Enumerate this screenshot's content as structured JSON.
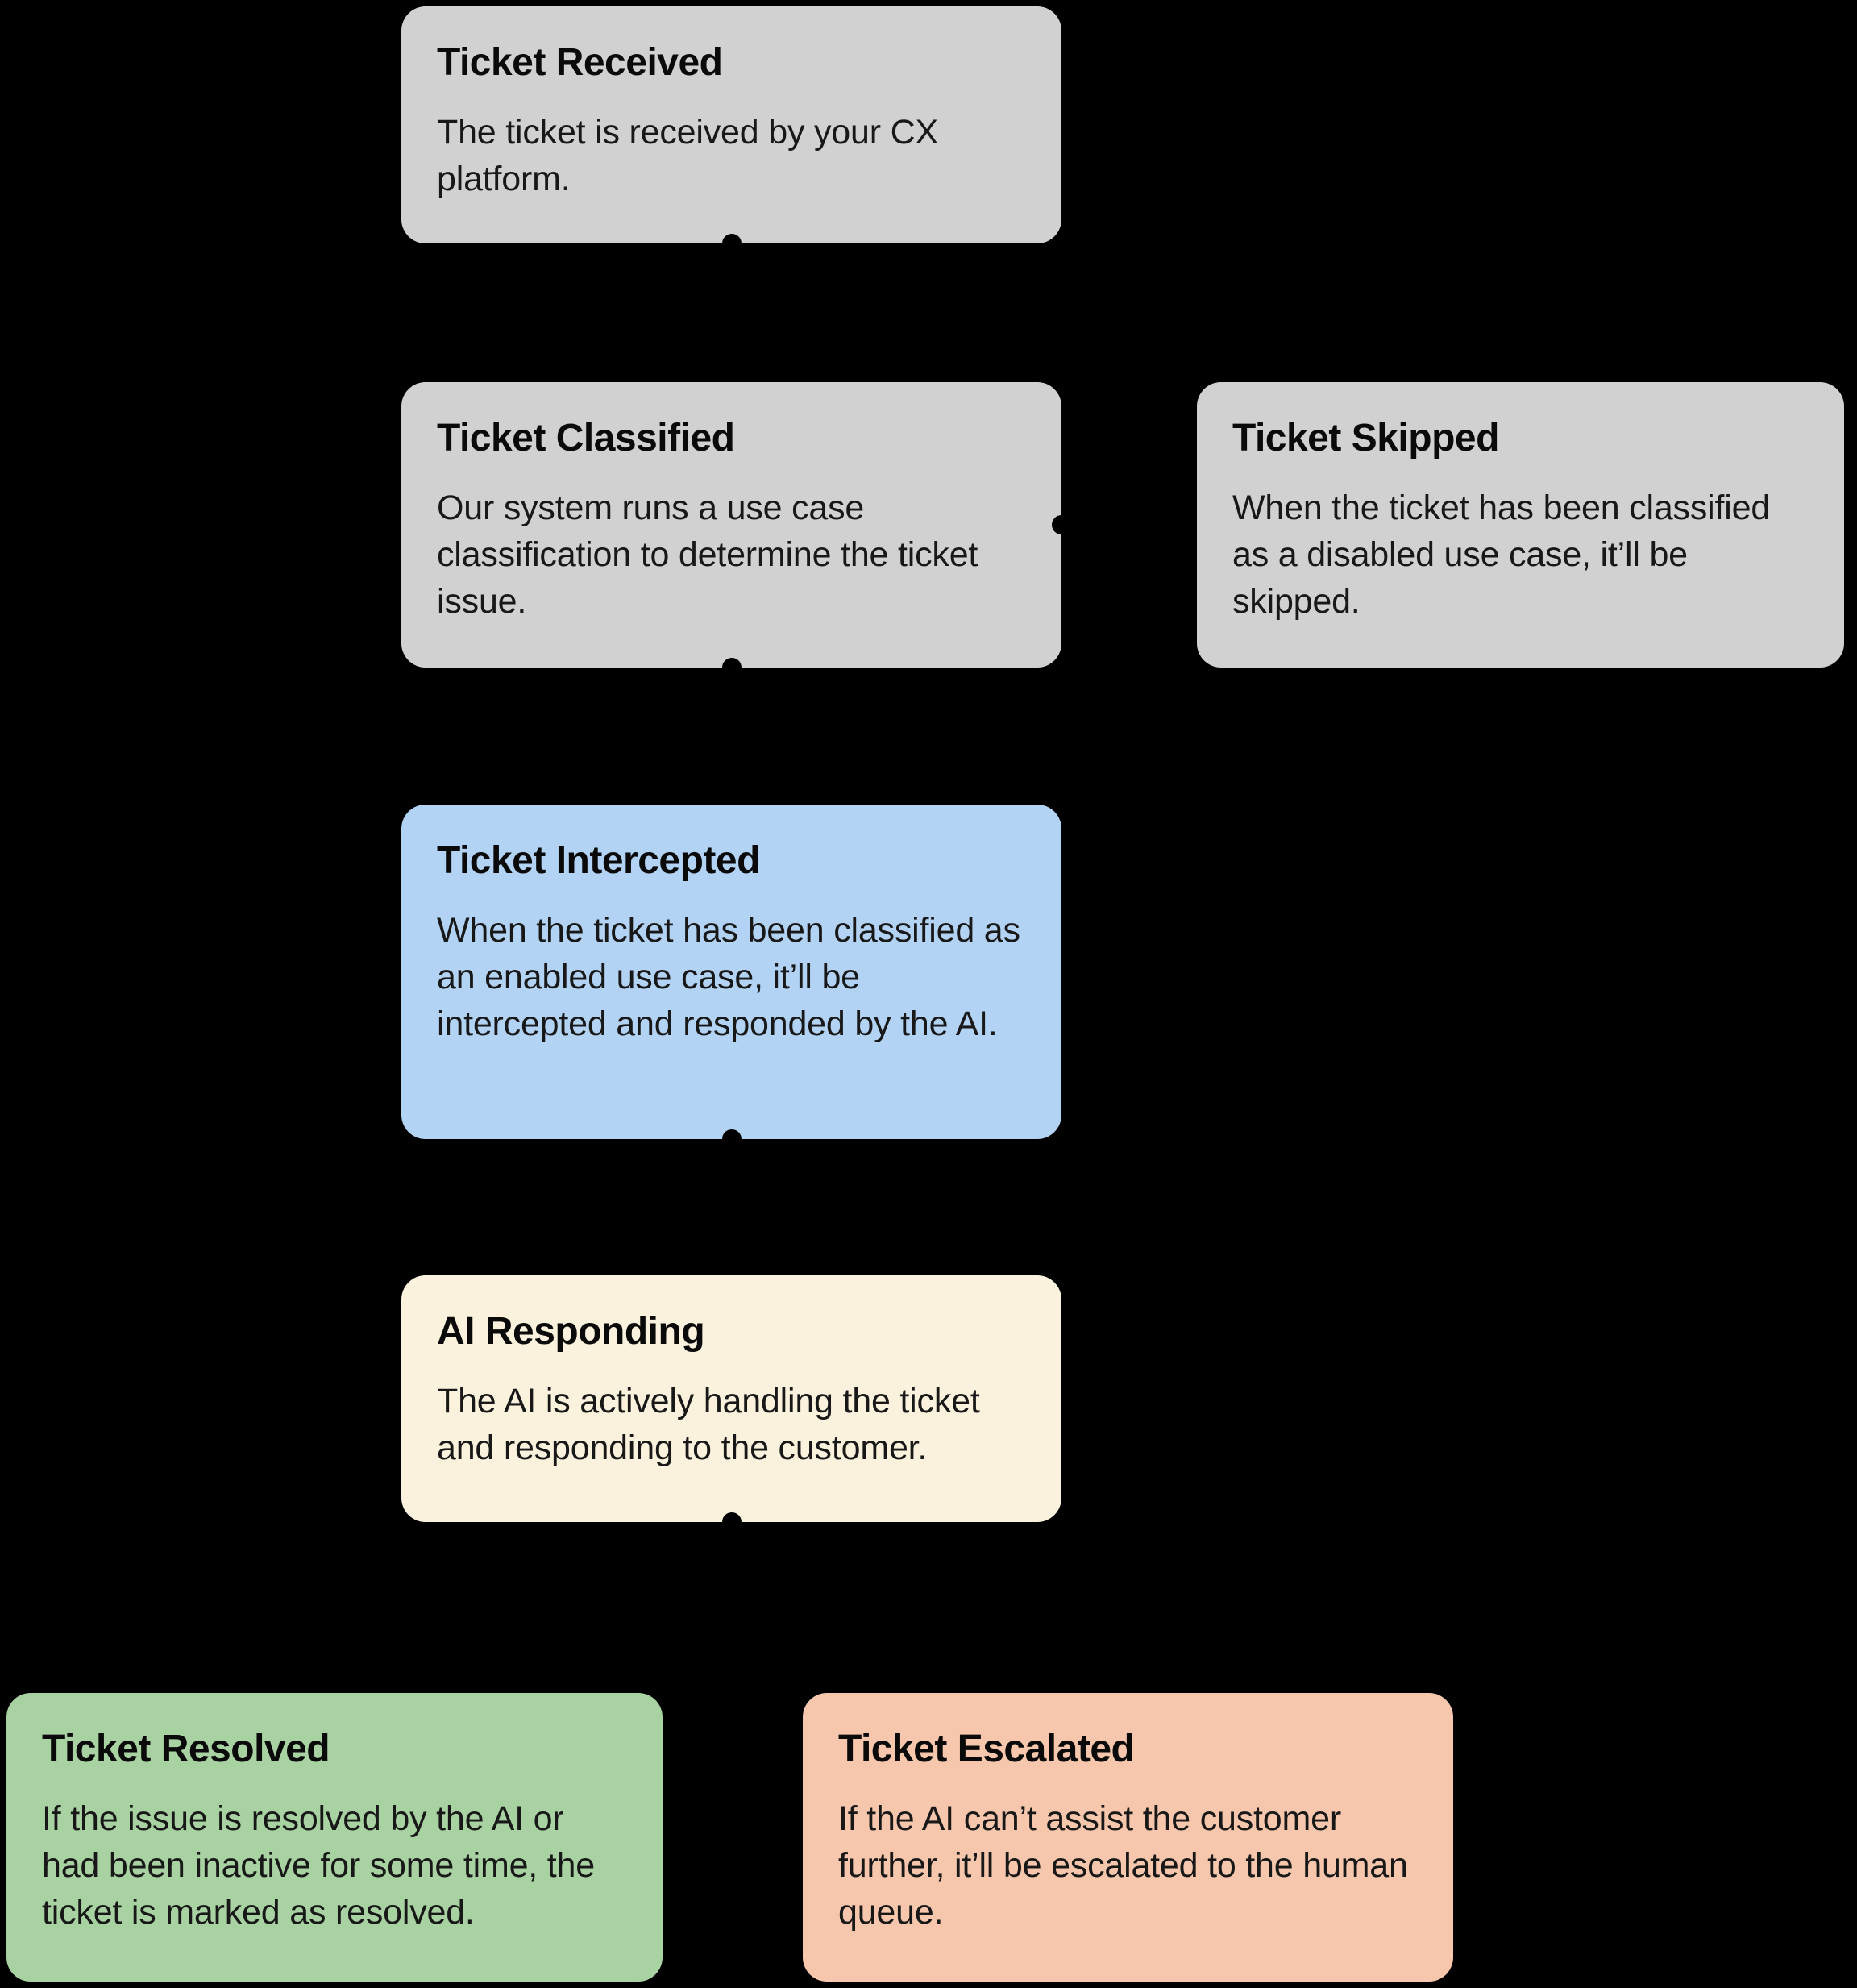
{
  "canvas": {
    "background_color": "#000000"
  },
  "nodes": [
    {
      "id": "ticket-received",
      "title": "Ticket Received",
      "body": "The ticket is received by your CX platform.",
      "color": "#d1d1d1",
      "handles": [
        "bottom"
      ]
    },
    {
      "id": "ticket-classified",
      "title": "Ticket Classified",
      "body": "Our system runs a use case classification to determine the ticket issue.",
      "color": "#d1d1d1",
      "handles": [
        "bottom",
        "right"
      ]
    },
    {
      "id": "ticket-skipped",
      "title": "Ticket Skipped",
      "body": "When the ticket has been classified as a disabled use case, it’ll be skipped.",
      "color": "#d1d1d1",
      "handles": []
    },
    {
      "id": "ticket-intercepted",
      "title": "Ticket Intercepted",
      "body": "When the ticket has been classified as an enabled use case, it’ll be intercepted and responded by the AI.",
      "color": "#b3d3f4",
      "handles": [
        "bottom"
      ]
    },
    {
      "id": "ai-responding",
      "title": "AI Responding",
      "body": "The AI is actively handling the ticket and responding to the customer.",
      "color": "#faf2dc",
      "handles": [
        "bottom"
      ]
    },
    {
      "id": "ticket-resolved",
      "title": "Ticket Resolved",
      "body": "If the issue is resolved by the AI or had been inactive for some time, the ticket is marked as resolved.",
      "color": "#a8d2a2",
      "handles": []
    },
    {
      "id": "ticket-escalated",
      "title": "Ticket Escalated",
      "body": "If the AI can’t assist the customer further, it’ll be escalated to the human queue.",
      "color": "#f6c7ac",
      "handles": []
    }
  ]
}
